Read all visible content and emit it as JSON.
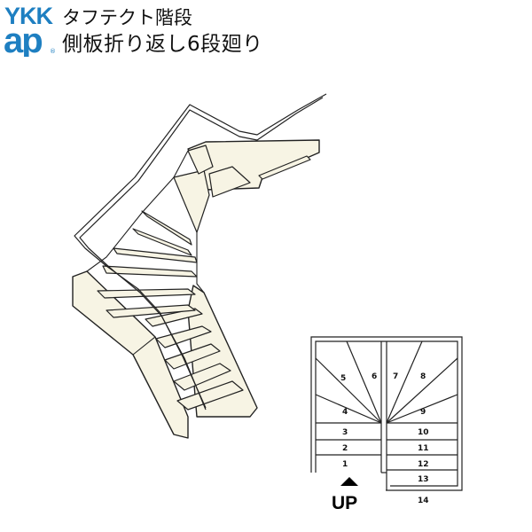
{
  "brand": {
    "line1": "YKK",
    "line2": "ap",
    "mark": "®",
    "color": "#1e7fc1"
  },
  "header": {
    "title_line1": "タフテクト階段",
    "title_line2": "側板折り返し6段廻り"
  },
  "illustration": {
    "fill": "#f7f4e4",
    "stroke": "#222222"
  },
  "plan": {
    "steps": [
      "1",
      "2",
      "3",
      "4",
      "5",
      "6",
      "7",
      "8",
      "9",
      "10",
      "11",
      "12",
      "13",
      "14"
    ],
    "up_label": "UP"
  }
}
